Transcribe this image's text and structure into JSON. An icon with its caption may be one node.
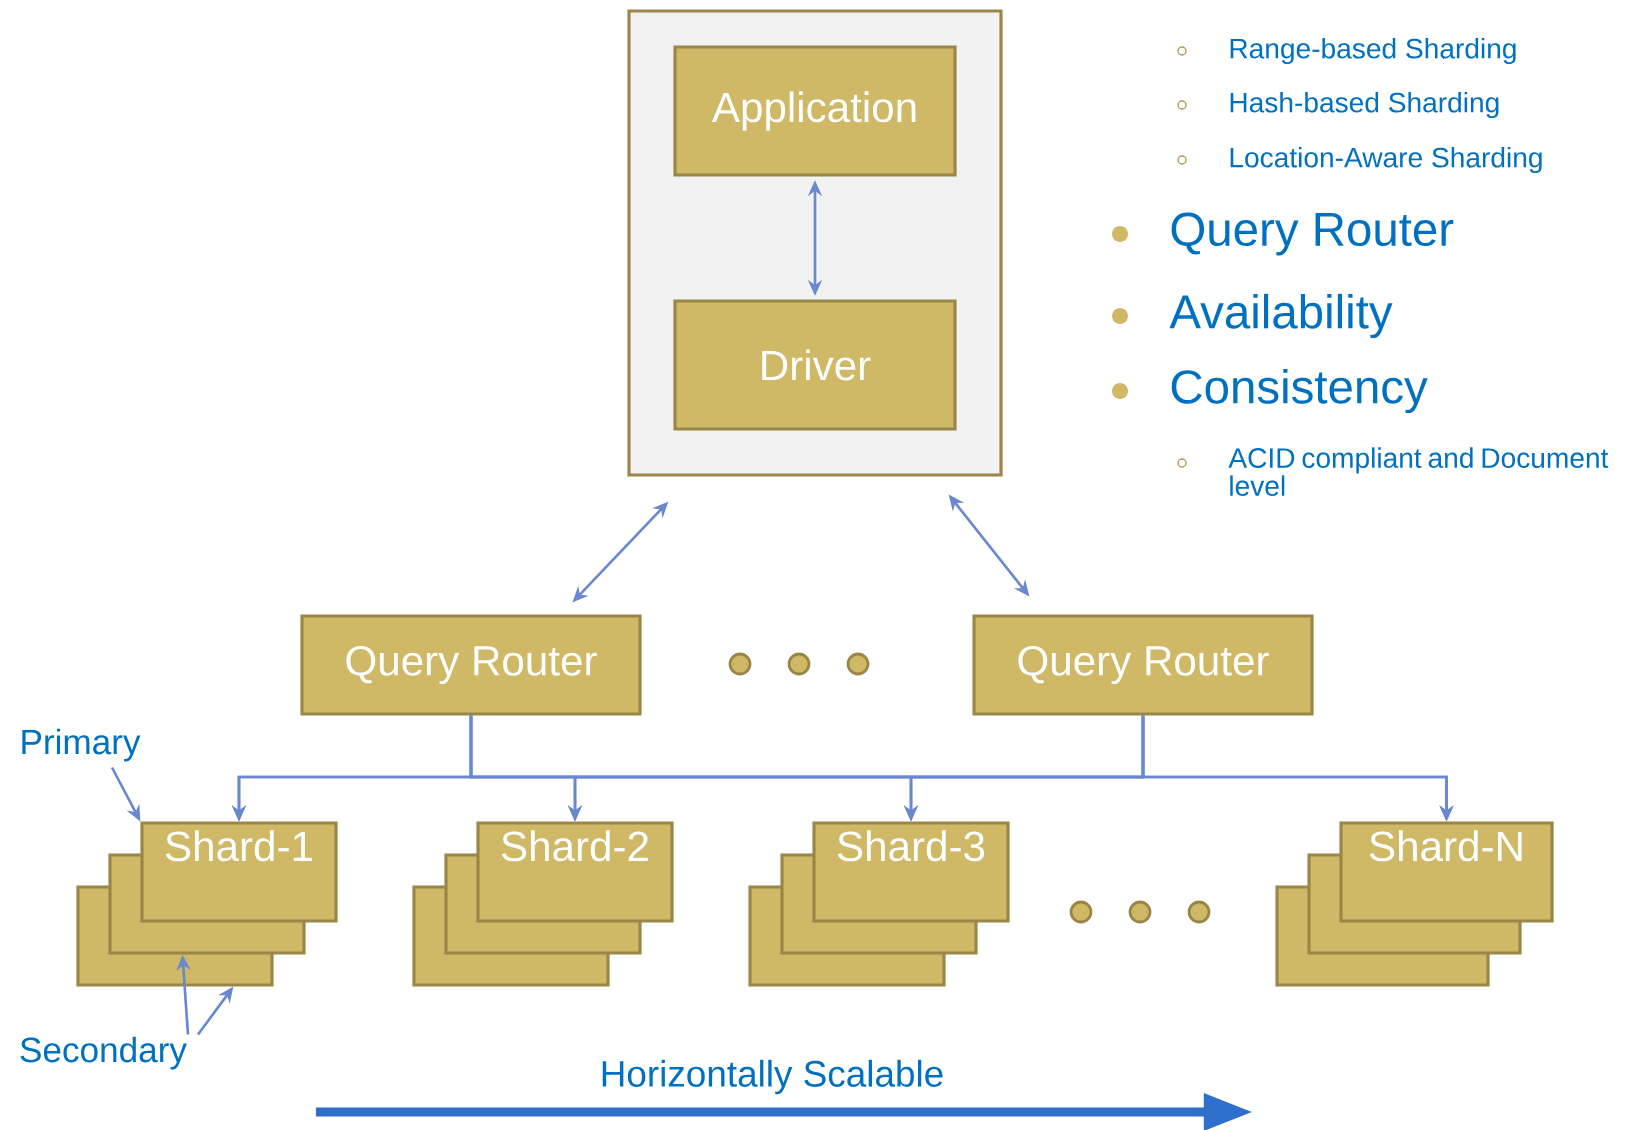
{
  "diagram": {
    "nodes": [
      {
        "text": [],
        "shape": "box"
      },
      {
        "text": [
          "Application"
        ],
        "in": 0
      },
      {
        "text": [
          "Driver"
        ],
        "in": 0
      },
      {
        "text": [
          "Query Router"
        ]
      },
      {
        "text": [
          "Query Router"
        ]
      },
      {
        "text": [
          "Primary"
        ]
      },
      {
        "text": [
          "Shard-1"
        ]
      },
      {
        "text": [],
        "shape": "box"
      },
      {
        "text": [],
        "shape": "box"
      },
      {
        "text": [
          "Shard-2"
        ]
      },
      {
        "text": [],
        "shape": "box"
      },
      {
        "text": [],
        "shape": "box"
      },
      {
        "text": [
          "Shard-3"
        ]
      },
      {
        "text": [],
        "shape": "box"
      },
      {
        "text": [],
        "shape": "box"
      },
      {
        "text": [
          "Shard-N"
        ]
      },
      {
        "text": [],
        "shape": "box"
      },
      {
        "text": [],
        "shape": "box"
      },
      {
        "text": [
          "Secondary"
        ]
      }
    ],
    "edges": [
      {
        "from": 1,
        "to": 2,
        "arrow": "both"
      },
      {
        "from": 0,
        "to": 3,
        "arrow": "both"
      },
      {
        "from": 0,
        "to": 4,
        "arrow": "both"
      },
      {
        "from": 3,
        "to": 6,
        "arrow": "to"
      },
      {
        "from": 3,
        "to": 9,
        "arrow": "to"
      },
      {
        "from": 3,
        "to": 12,
        "arrow": "to"
      },
      {
        "from": 3,
        "to": 15,
        "arrow": "to"
      },
      {
        "from": 4,
        "to": 6,
        "arrow": "to"
      },
      {
        "from": 4,
        "to": 9,
        "arrow": "to"
      },
      {
        "from": 4,
        "to": 12,
        "arrow": "to"
      },
      {
        "from": 4,
        "to": 15,
        "arrow": "to"
      },
      {
        "from": 5,
        "to": 6,
        "arrow": "to"
      },
      {
        "from": 18,
        "to": 7,
        "arrow": "to"
      },
      {
        "from": 18,
        "to": 8,
        "arrow": "to"
      }
    ],
    "labels": [
      "Range-based Sharding",
      "Hash-based Sharding",
      "Location-Aware Sharding",
      "Query Router",
      "Availability",
      "Consistency",
      "ACID compliant and Document level",
      "Horizontally Scalable"
    ]
  }
}
